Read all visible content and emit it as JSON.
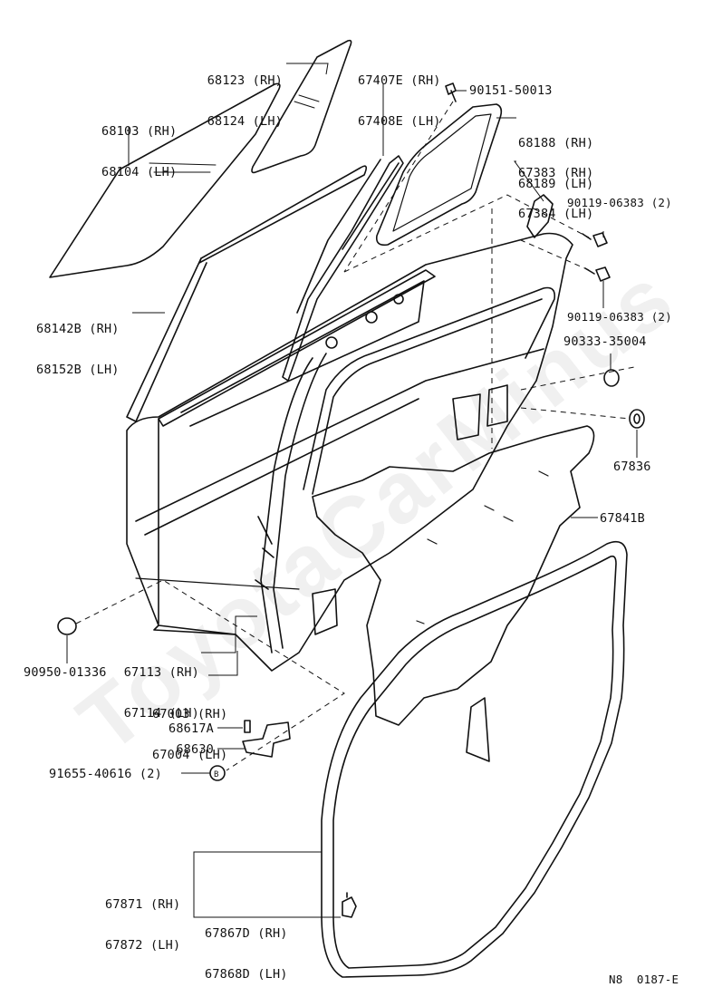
{
  "watermark": "ToyotaCarMinus",
  "doc_code": "N8  0187-E",
  "labels": {
    "p68123": [
      "68123 (RH)",
      "68124 (LH)"
    ],
    "p67407": [
      "67407E (RH)",
      "67408E (LH)"
    ],
    "p90151": "90151-50013",
    "p68103": [
      "68103 (RH)",
      "68104 (LH)"
    ],
    "p68188": [
      "68188 (RH)",
      "68189 (LH)"
    ],
    "p67383": [
      "67383 (RH)",
      "67384 (LH)"
    ],
    "p90119a": "90119-06383 (2)",
    "p68142": [
      "68142B (RH)",
      "68152B (LH)"
    ],
    "p90119b": "90119-06383 (2)",
    "p90333": "90333-35004",
    "p67836": "67836",
    "p67841": "67841B",
    "p90950": "90950-01336",
    "p67113": [
      "67113 (RH)",
      "67114 (LH)"
    ],
    "p67003": [
      "67003 (RH)",
      "67004 (LH)"
    ],
    "p68617": "68617A",
    "p68630": "68630",
    "p91655": "91655-40616 (2)",
    "p67871": [
      "67871 (RH)",
      "67872 (LH)"
    ],
    "p67867": [
      "67867D (RH)",
      "67868D (LH)"
    ]
  },
  "colors": {
    "line": "#111111",
    "background": "#ffffff",
    "watermark": "#e8e8e8"
  }
}
